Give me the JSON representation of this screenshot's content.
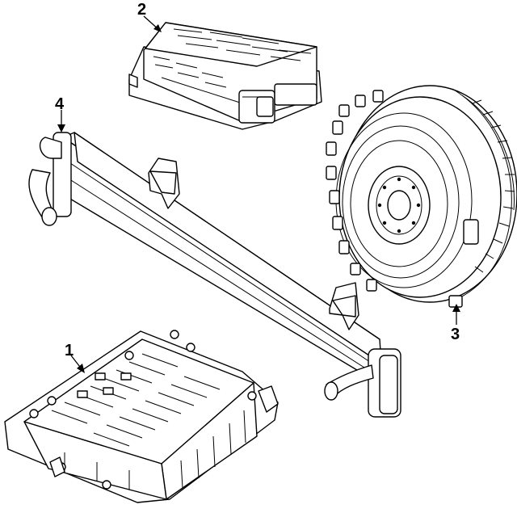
{
  "callouts": {
    "c1": "1",
    "c2": "2",
    "c3": "3",
    "c4": "4"
  },
  "icons": {
    "part1": "lower-battery-tray-icon",
    "part2": "power-module-icon",
    "part3": "motor-generator-icon",
    "part4": "cooler-radiator-icon"
  }
}
